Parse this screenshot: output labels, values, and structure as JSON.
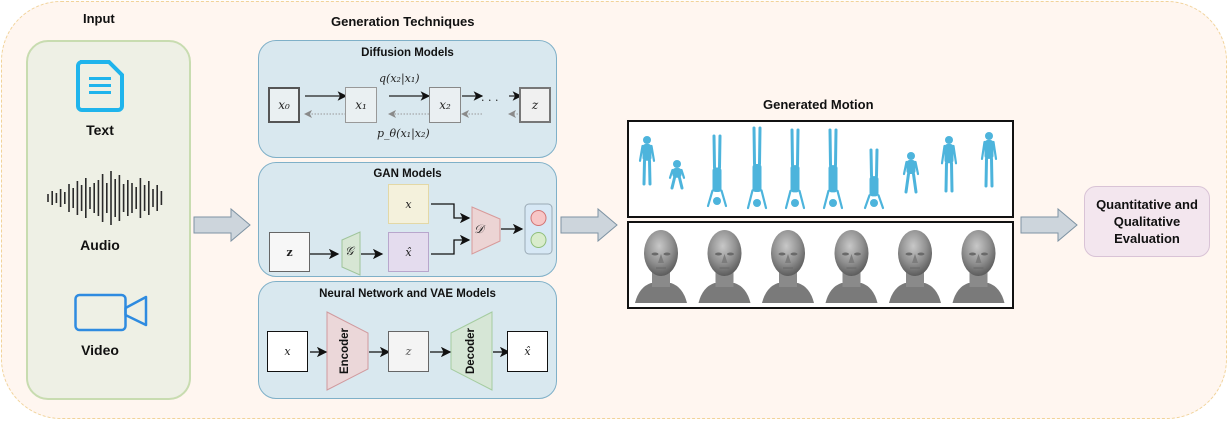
{
  "sections": {
    "input_title": "Input",
    "generation_title": "Generation Techniques",
    "motion_title": "Generated Motion"
  },
  "inputs": [
    {
      "label": "Text",
      "icon": "document-icon"
    },
    {
      "label": "Audio",
      "icon": "waveform-icon"
    },
    {
      "label": "Video",
      "icon": "video-camera-icon"
    }
  ],
  "diffusion": {
    "title": "Diffusion Models",
    "nodes": [
      "x₀",
      "x₁",
      "x₂",
      "z"
    ],
    "ellipsis": "· · ·",
    "forward_label": "q(x₂|x₁)",
    "reverse_label": "p_θ(x₁|x₂)"
  },
  "gan": {
    "title": "GAN Models",
    "real": "x",
    "noise": "z",
    "generator": "𝒢",
    "fake": "x̂",
    "discriminator": "𝒟"
  },
  "vae": {
    "title": "Neural Network and VAE Models",
    "input": "x",
    "encoder": "Encoder",
    "latent": "z",
    "decoder": "Decoder",
    "output": "x̂"
  },
  "evaluation": {
    "line1": "Quantitative and",
    "line2": "Qualitative",
    "line3": "Evaluation"
  },
  "colors": {
    "outer_bg": "#fff6f0",
    "outer_border": "#f1d39a",
    "input_bg": "#eef0e5",
    "input_border": "#c8dcb0",
    "panel_bg": "#d9e8ef",
    "panel_border": "#7fb0c8",
    "text_icon": "#1fb4ec",
    "video_icon": "#2e8be0",
    "body_blue": "#4db4dc",
    "head_gray": "#8a8a8a",
    "arrow_fill": "#cdd5dc",
    "eval_bg": "#f3e6ee"
  }
}
